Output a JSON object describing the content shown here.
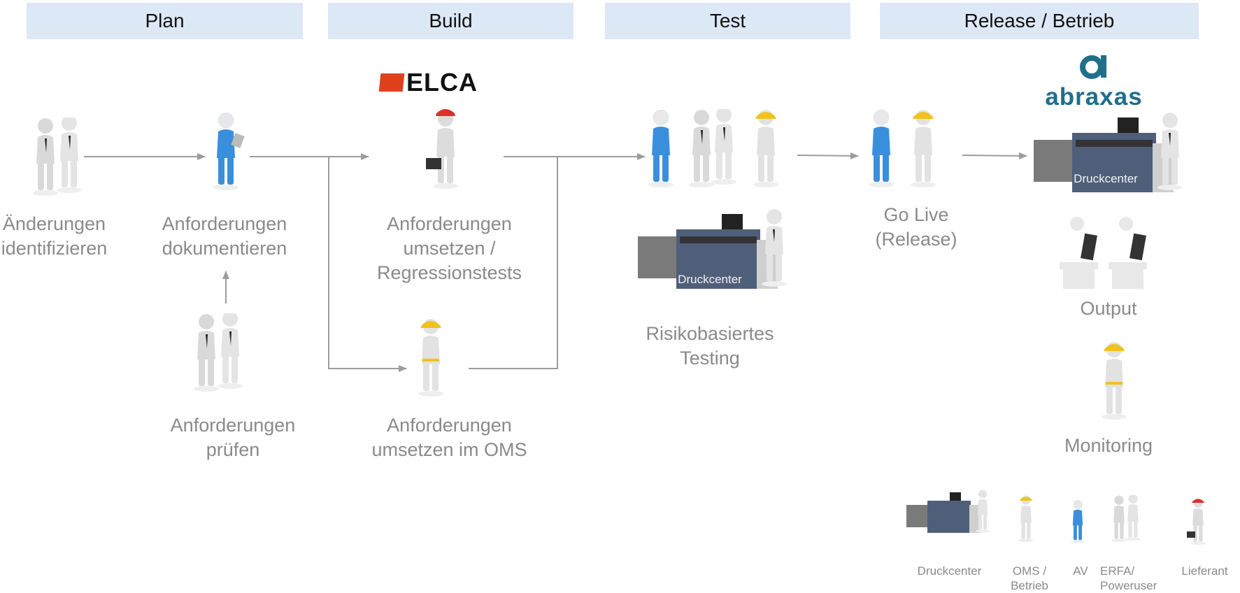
{
  "phases": [
    "Plan",
    "Build",
    "Test",
    "Release / Betrieb"
  ],
  "logos": {
    "elca": "ELCA",
    "abraxas": "abraxas"
  },
  "steps": {
    "identify": "Änderungen\nidentifizieren",
    "document": "Anforderungen\ndokumentieren",
    "check": "Anforderungen\nprüfen",
    "implement": "Anforderungen\numsetzen /\nRegressionstests",
    "implement_oms": "Anforderungen\numsetzen im OMS",
    "testing": "Risikobasiertes\nTesting",
    "golive": "Go Live\n(Release)",
    "output": "Output",
    "monitoring": "Monitoring"
  },
  "printer_label": "Druckcenter",
  "legend": {
    "druckcenter": "Druckcenter",
    "oms": "OMS /\nBetrieb",
    "av": "AV",
    "erfa": "ERFA/\nPoweruser",
    "lieferant": "Lieferant"
  },
  "colors": {
    "phase_bg": "#dde8f6",
    "label_gray": "#8a8a8a",
    "connector": "#9c9c9c",
    "av_blue": "#3a8fdc",
    "oms_helmet": "#f2c21a",
    "lieferant_cap": "#d9332b",
    "elca_red": "#e0401c",
    "abraxas_teal": "#1f6f8a"
  }
}
